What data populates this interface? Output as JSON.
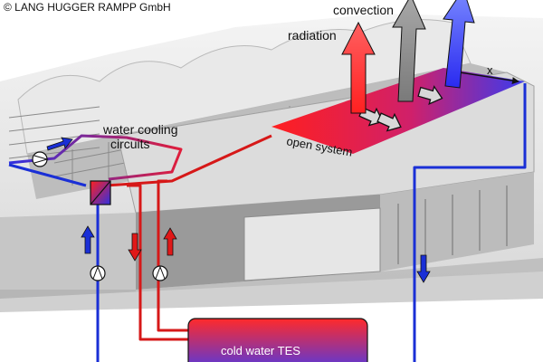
{
  "copyright": "© LANG HUGGER RAMPP GmbH",
  "labels": {
    "convection": "convection",
    "radiation": "radiation",
    "x_axis": "x",
    "water_cooling": "water cooling",
    "circuits": "circuits",
    "open_system": "open system",
    "tes": "cold water TES"
  },
  "colors": {
    "hot": "#ff1a1a",
    "cold": "#3a3af0",
    "pipe_red": "#d61818",
    "pipe_blue": "#1a2fd6",
    "convection_arrow": "#8a8a8a",
    "building_light": "#cfcfcf",
    "building_dark": "#8c8c8c"
  }
}
